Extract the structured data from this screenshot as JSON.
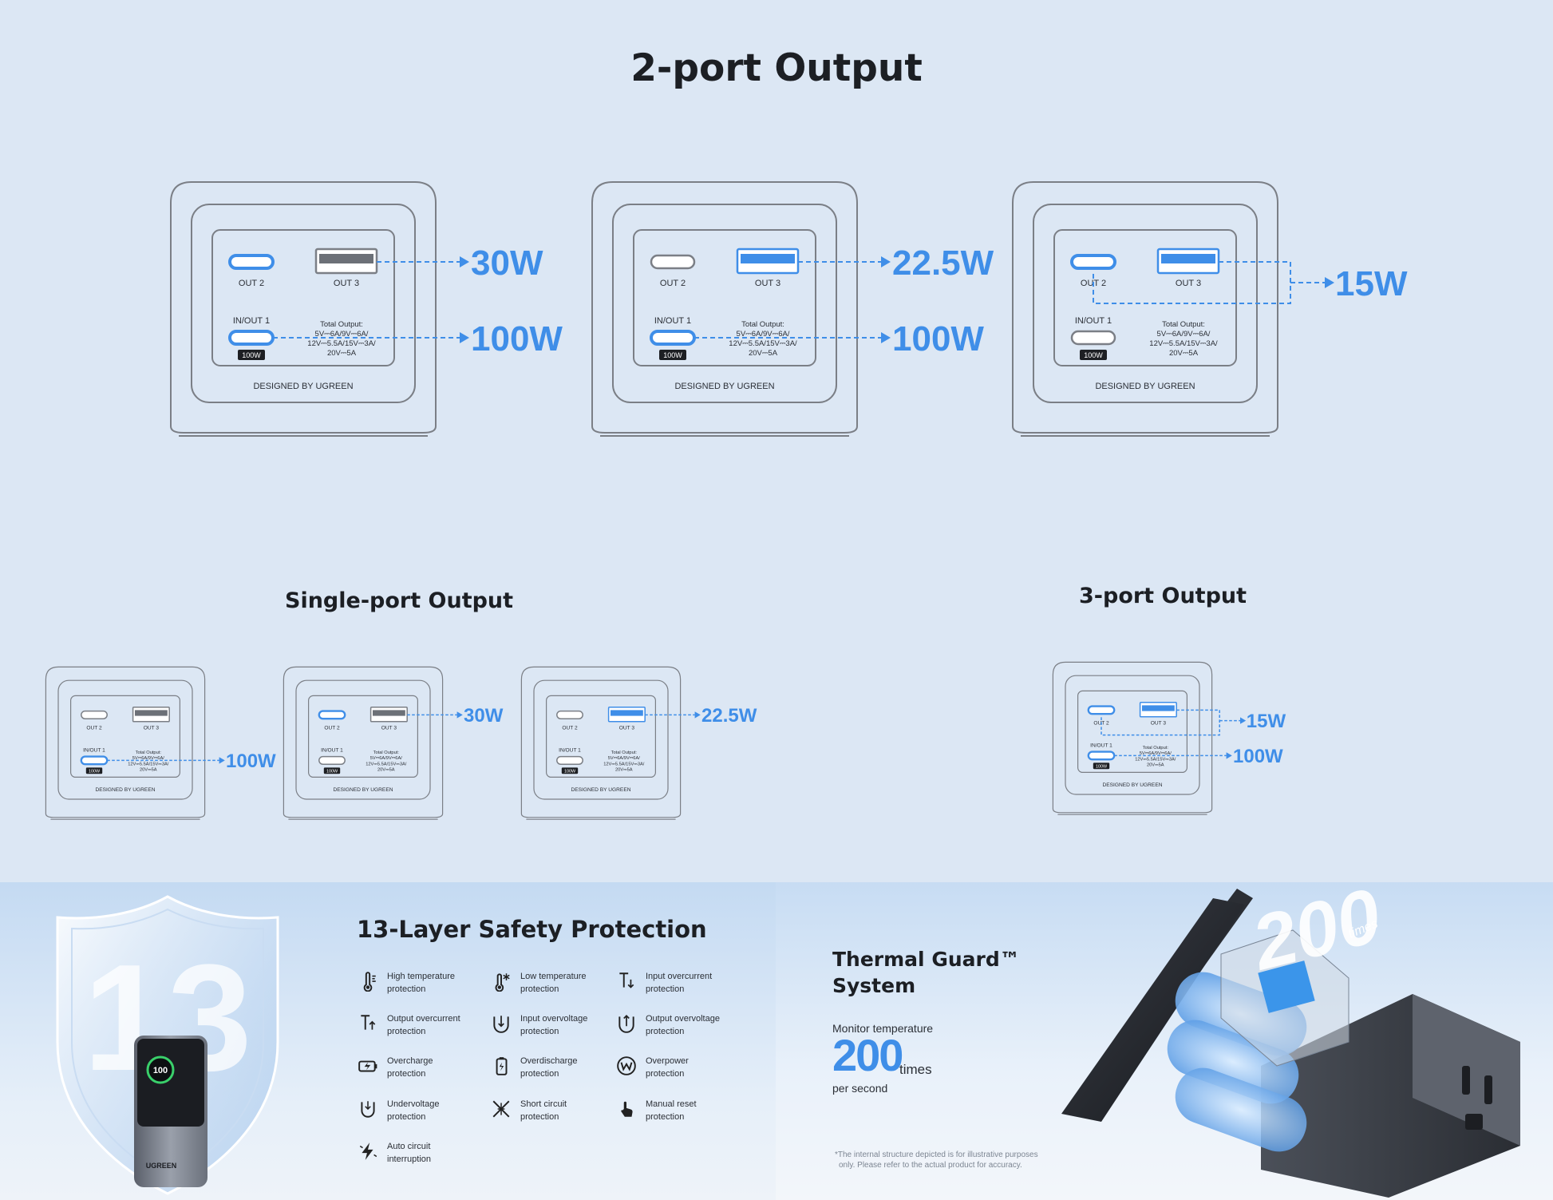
{
  "titles": {
    "two_port": "2-port Output",
    "single_port": "Single-port Output",
    "three_port": "3-port Output"
  },
  "device_labels": {
    "out2": "OUT 2",
    "out3": "OUT 3",
    "inout1": "IN/OUT 1",
    "badge": "100W",
    "total_output": [
      "Total Output:",
      "5V⎓6A/9V⎓6A/",
      "12V⎓5.5A/15V⎓3A/",
      "20V⎓5A"
    ],
    "designed_by": "DESIGNED BY UGREEN"
  },
  "two_port": [
    {
      "outputs": [
        "30W",
        "100W"
      ]
    },
    {
      "outputs": [
        "22.5W",
        "100W"
      ]
    },
    {
      "outputs": [
        "15W"
      ]
    }
  ],
  "single_port": [
    {
      "outputs": [
        "100W"
      ]
    },
    {
      "outputs": [
        "30W"
      ]
    },
    {
      "outputs": [
        "22.5W"
      ]
    }
  ],
  "three_port": [
    {
      "outputs": [
        "15W",
        "100W"
      ]
    }
  ],
  "safety": {
    "title": "13-Layer Safety Protection",
    "shield_number": "13",
    "battery_level": "100",
    "brand": "UGREEN",
    "items": [
      {
        "icon": "thermometer-high-icon",
        "line1": "High temperature",
        "line2": "protection"
      },
      {
        "icon": "thermometer-low-icon",
        "line1": "Low temperature",
        "line2": "protection"
      },
      {
        "icon": "input-overcurrent-icon",
        "line1": "Input overcurrent",
        "line2": "protection"
      },
      {
        "icon": "output-overcurrent-icon",
        "line1": "Output overcurrent",
        "line2": "protection"
      },
      {
        "icon": "input-overvoltage-icon",
        "line1": "Input overvoltage",
        "line2": "protection"
      },
      {
        "icon": "output-overvoltage-icon",
        "line1": "Output overvoltage",
        "line2": "protection"
      },
      {
        "icon": "overcharge-icon",
        "line1": "Overcharge",
        "line2": "protection"
      },
      {
        "icon": "overdischarge-icon",
        "line1": "Overdischarge",
        "line2": "protection"
      },
      {
        "icon": "overpower-icon",
        "line1": "Overpower",
        "line2": "protection"
      },
      {
        "icon": "undervoltage-icon",
        "line1": "Undervoltage",
        "line2": "protection"
      },
      {
        "icon": "short-circuit-icon",
        "line1": "Short circuit",
        "line2": "protection"
      },
      {
        "icon": "manual-reset-icon",
        "line1": "Manual reset",
        "line2": "protection"
      },
      {
        "icon": "lightning-icon",
        "line1": "Auto circuit",
        "line2": "interruption"
      }
    ]
  },
  "thermal": {
    "title_line1": "Thermal Guard™",
    "title_line2": "System",
    "monitor": "Monitor temperature",
    "number": "200",
    "unit": "times",
    "per": "per second",
    "overlay_number": "200",
    "overlay_unit": "times",
    "footnote_line1": "*The internal structure depicted is for illustrative purposes",
    "footnote_line2": "only. Please refer to the actual product for accuracy."
  },
  "colors": {
    "accent": "#3f8ee8",
    "background": "#dce7f4",
    "outline": "#7b7f86"
  }
}
